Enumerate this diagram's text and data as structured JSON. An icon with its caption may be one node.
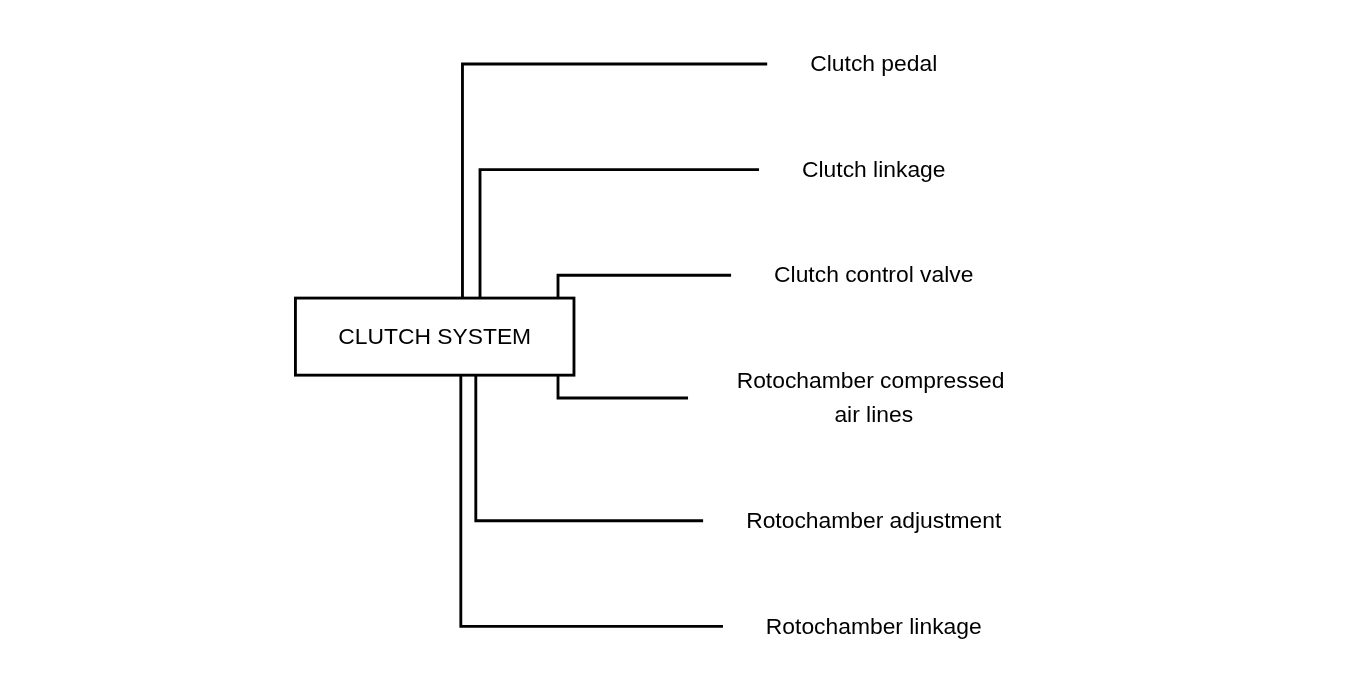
{
  "diagram": {
    "nodes": [
      {
        "text": [
          "CLUTCH SYSTEM"
        ]
      },
      {
        "text": [
          "Clutch pedal"
        ]
      },
      {
        "text": [
          "Clutch linkage"
        ]
      },
      {
        "text": [
          "Clutch control valve"
        ]
      },
      {
        "text": [
          "Rotochamber compressed air lines"
        ]
      },
      {
        "text": [
          "Rotochamber adjustment"
        ]
      },
      {
        "text": [
          "Rotochamber linkage"
        ]
      }
    ],
    "edges": [
      {
        "from": 0,
        "to": 1,
        "arrow": "none"
      },
      {
        "from": 0,
        "to": 2,
        "arrow": "none"
      },
      {
        "from": 0,
        "to": 3,
        "arrow": "none"
      },
      {
        "from": 0,
        "to": 4,
        "arrow": "none"
      },
      {
        "from": 0,
        "to": 5,
        "arrow": "none"
      },
      {
        "from": 0,
        "to": 6,
        "arrow": "none"
      }
    ]
  }
}
